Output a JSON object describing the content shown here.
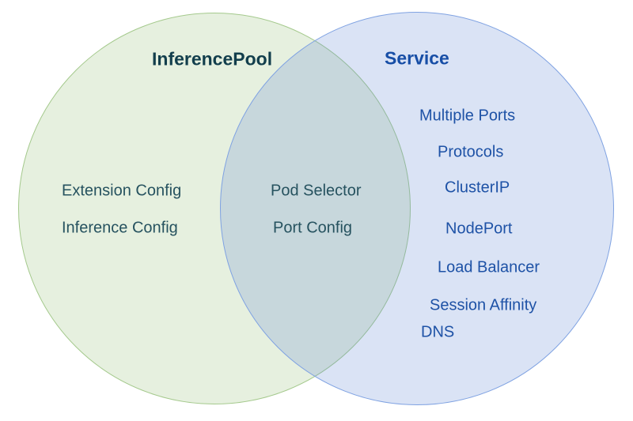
{
  "venn": {
    "left_circle": {
      "title": "InferencePool",
      "items": [
        "Extension Config",
        "Inference Config"
      ]
    },
    "intersection": {
      "items": [
        "Pod Selector",
        "Port Config"
      ]
    },
    "right_circle": {
      "title": "Service",
      "items": [
        "Multiple Ports",
        "Protocols",
        "ClusterIP",
        "NodePort",
        "Load Balancer",
        "Session Affinity",
        "DNS"
      ]
    },
    "colors": {
      "left_fill": "#e4eedd",
      "left_border": "#a4c98c",
      "left_title_text": "#123e4c",
      "left_item_text": "#26525f",
      "right_fill": "#d9e2f4",
      "right_border": "#7fa2e2",
      "right_title_text": "#174ea6",
      "right_item_text": "#1e52a6",
      "background": "#ffffff"
    }
  }
}
